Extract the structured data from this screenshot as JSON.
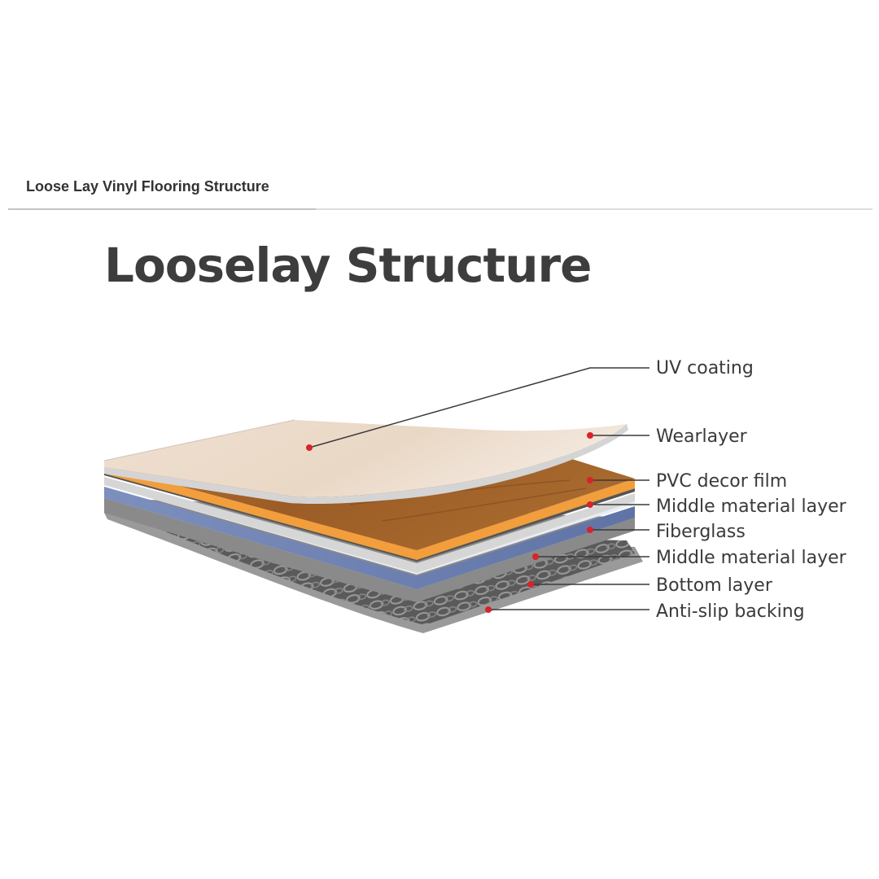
{
  "header": {
    "section_title": "Loose Lay Vinyl Flooring Structure"
  },
  "diagram": {
    "title": "Looselay Structure",
    "labels": {
      "uv_coating": "UV coating",
      "wearlayer": "Wearlayer",
      "pvc_decor_film": "PVC decor film",
      "middle_material_layer_top": "Middle material layer",
      "fiberglass": "Fiberglass",
      "middle_material_layer_bottom": "Middle material layer",
      "bottom_layer": "Bottom layer",
      "anti_slip_backing": "Anti-slip backing"
    },
    "colors": {
      "wearlayer": "#ecdccd",
      "wood_decor": "#a4642c",
      "orange_edge": "#f29e3c",
      "fiberglass_blue": "#6e82b4",
      "backing_grey": "#5e5e5e",
      "marker_red": "#d8232a"
    }
  }
}
